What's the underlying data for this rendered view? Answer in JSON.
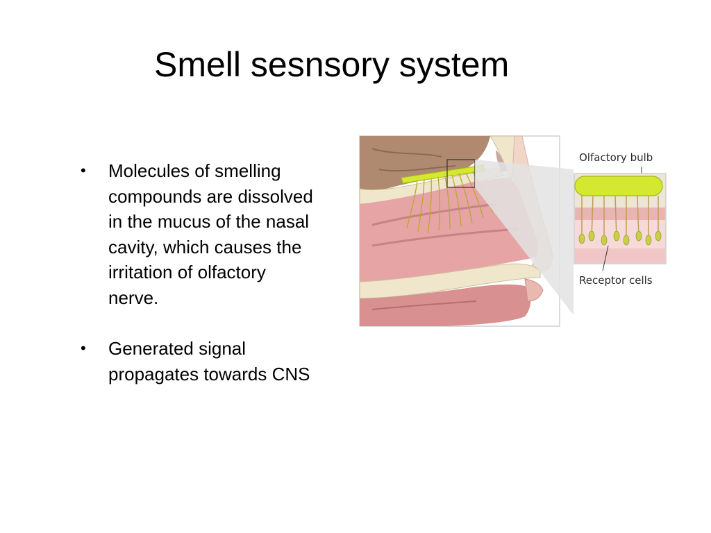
{
  "slide": {
    "title": "Smell sesnsory system",
    "bullets": [
      {
        "lines": [
          "Molecules of smelling",
          "compounds are dissolved",
          "in the mucus of the nasal",
          "cavity, which causes the",
          "irritation of olfactory",
          "nerve."
        ]
      },
      {
        "lines": [
          "Generated signal",
          "propagates towards CNS"
        ]
      }
    ]
  },
  "figure": {
    "labels": {
      "bulb": "Olfactory bulb",
      "receptors": "Receptor cells"
    }
  },
  "colors": {
    "bulb": "#d4e830",
    "tissue_pink": "#e6a4a4",
    "bone": "#efe6cc",
    "brain": "#b08a70",
    "nerve": "#b8a830"
  }
}
